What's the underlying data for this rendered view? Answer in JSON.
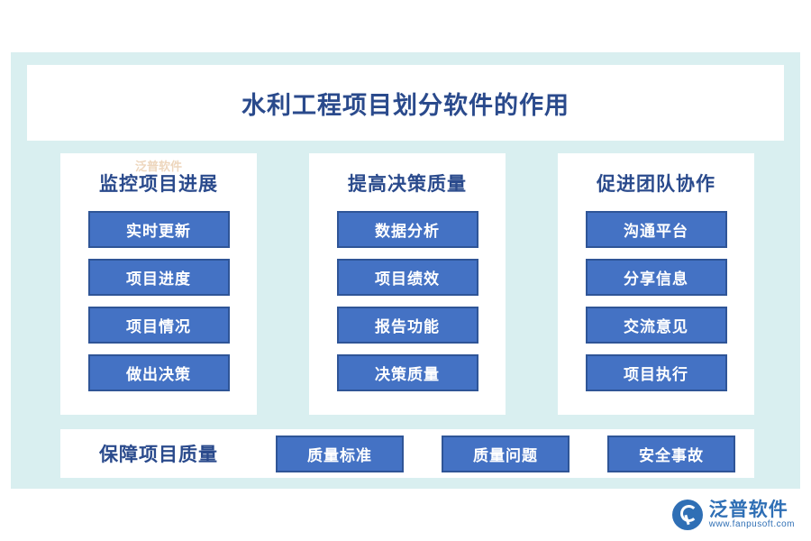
{
  "page": {
    "title": "水利工程项目划分软件的作用"
  },
  "columns": [
    {
      "title": "监控项目进展",
      "watermark": "泛普软件",
      "items": [
        "实时更新",
        "项目进度",
        "项目情况",
        "做出决策"
      ]
    },
    {
      "title": "提高决策质量",
      "watermark": "",
      "items": [
        "数据分析",
        "项目绩效",
        "报告功能",
        "决策质量"
      ]
    },
    {
      "title": "促进团队协作",
      "watermark": "",
      "items": [
        "沟通平台",
        "分享信息",
        "交流意见",
        "项目执行"
      ]
    }
  ],
  "bottom": {
    "label": "保障项目质量",
    "items": [
      "质量标准",
      "质量问题",
      "安全事故"
    ]
  },
  "logo": {
    "cn": "泛普软件",
    "en": "www.fanpusoft.com"
  },
  "colors": {
    "panel": "#d9eff0",
    "chip": "#4472c4",
    "chip_border": "#2f5597",
    "title_text": "#2a4a8c",
    "logo": "#2f6fb5"
  }
}
